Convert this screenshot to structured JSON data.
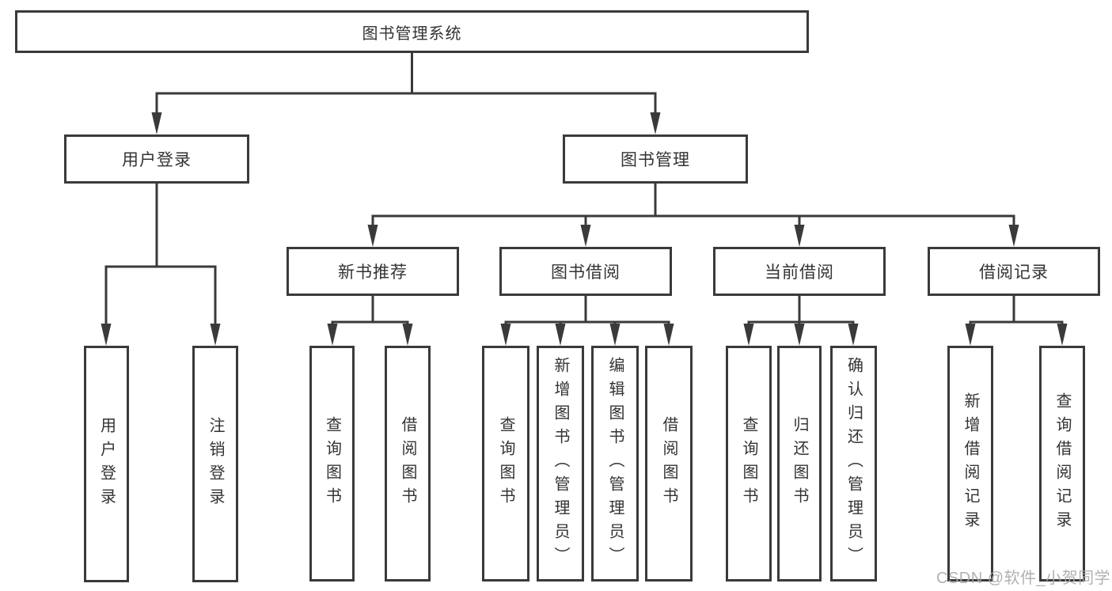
{
  "nodes": {
    "root": "图书管理系统",
    "user_login": "用户登录",
    "book_management": "图书管理",
    "new_book_recommend": "新书推荐",
    "book_borrow": "图书借阅",
    "current_borrow": "当前借阅",
    "borrow_record": "借阅记录",
    "leaf_user_login": "用户登录",
    "leaf_logout": "注销登录",
    "nb_query_books": "查询图书",
    "nb_borrow_books": "借阅图书",
    "bb_query_books": "查询图书",
    "bb_add_books": "新增图书（管理员）",
    "bb_edit_books": "编辑图书（管理员）",
    "bb_borrow_books": "借阅图书",
    "cb_query_books": "查询图书",
    "cb_return_books": "归还图书",
    "cb_confirm_return": "确认归还（管理员）",
    "br_add_record": "新增借阅记录",
    "br_query_record": "查询借阅记录"
  },
  "watermark": "CSDN @软件_小贺同学",
  "colors": {
    "line": "#3a3a3a",
    "text": "#333333",
    "watermark": "#a7a7a7",
    "background": "#ffffff"
  }
}
